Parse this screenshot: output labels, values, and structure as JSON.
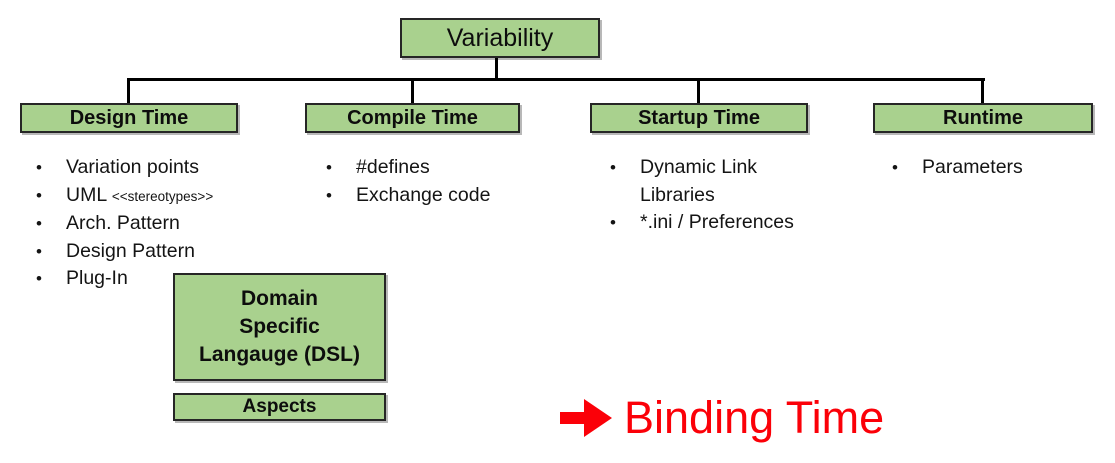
{
  "title_box": {
    "label": "Variability"
  },
  "colors": {
    "box_fill": "#A9D18E",
    "box_border": "#262626",
    "connector_line": "#000000",
    "accent_red": "#FB0008",
    "text": "#111111"
  },
  "glyphs": {
    "bullet": "•"
  },
  "columns": [
    {
      "header": "Design Time",
      "items": [
        {
          "text": "Variation points"
        },
        {
          "text": "UML",
          "suffix": "<<stereotypes>>"
        },
        {
          "text": "Arch. Pattern"
        },
        {
          "text": "Design Pattern"
        },
        {
          "text": "Plug-In"
        }
      ]
    },
    {
      "header": "Compile Time",
      "items": [
        {
          "text": "#defines"
        },
        {
          "text": "Exchange code"
        }
      ]
    },
    {
      "header": "Startup Time",
      "items": [
        {
          "text": "Dynamic Link Libraries"
        },
        {
          "text": "*.ini / Preferences"
        }
      ]
    },
    {
      "header": "Runtime",
      "items": [
        {
          "text": "Parameters"
        }
      ]
    }
  ],
  "dsl_box": {
    "line1": "Domain",
    "line2": "Specific",
    "line3": "Langauge (DSL)"
  },
  "aspects_box": {
    "label": "Aspects"
  },
  "binding_time": {
    "label": "Binding Time",
    "icon": "right-arrow"
  }
}
